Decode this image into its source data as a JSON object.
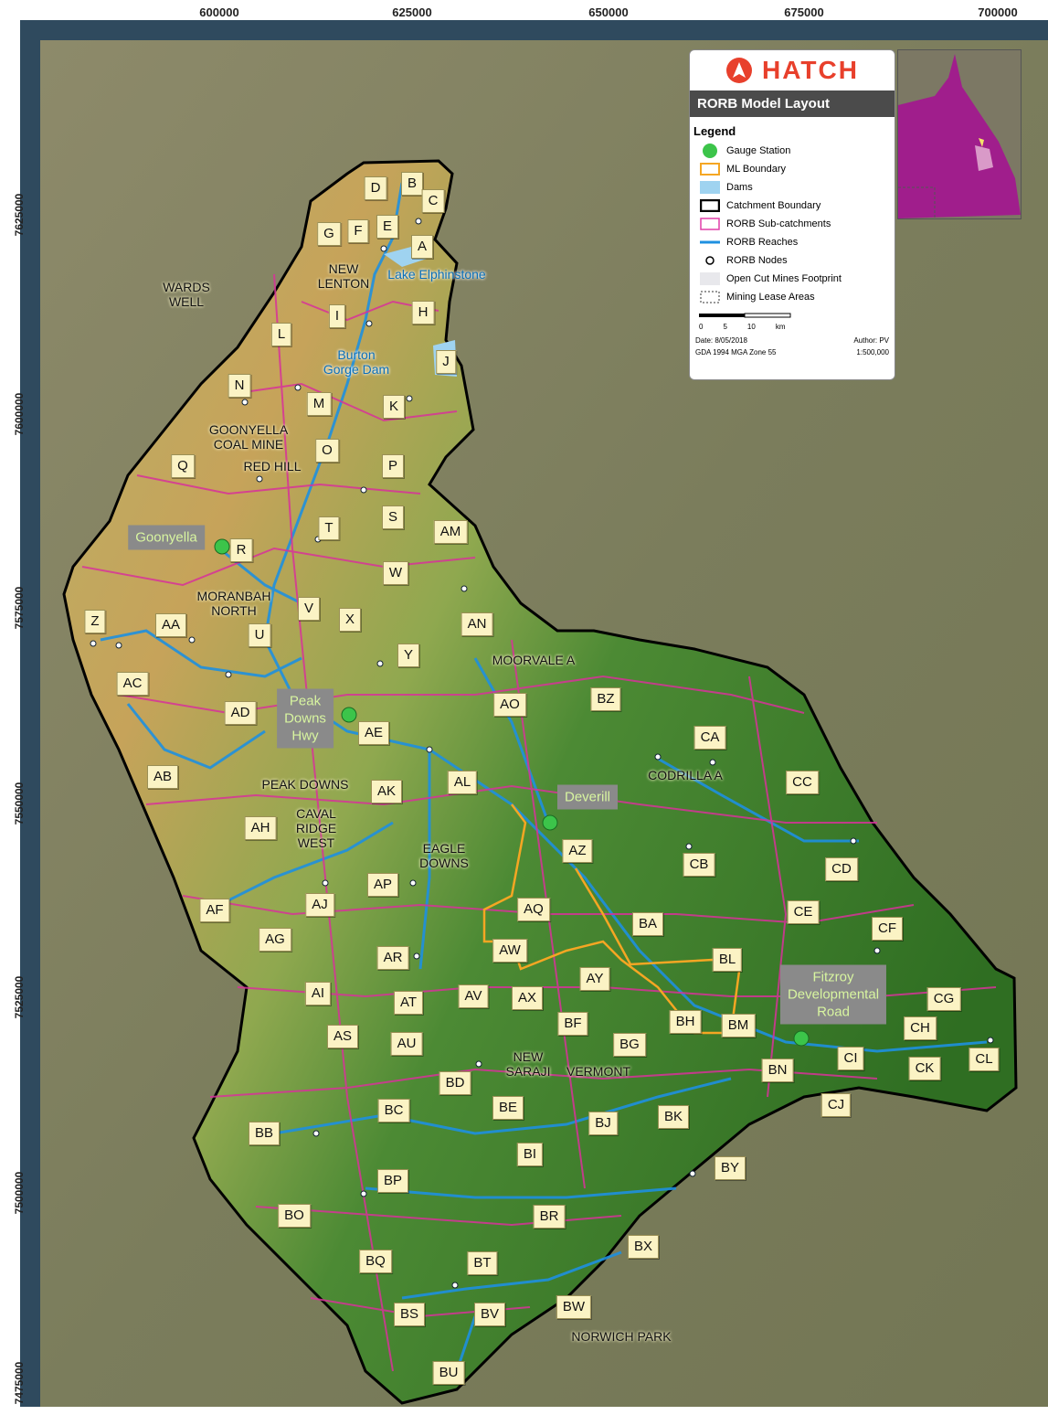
{
  "x_ticks": [
    "600000",
    "625000",
    "650000",
    "675000",
    "700000"
  ],
  "y_ticks": [
    "7625000",
    "7600000",
    "7575000",
    "7550000",
    "7525000",
    "7500000",
    "7475000"
  ],
  "subcatchments": [
    "A",
    "B",
    "C",
    "D",
    "E",
    "F",
    "G",
    "H",
    "I",
    "J",
    "K",
    "L",
    "M",
    "N",
    "O",
    "P",
    "Q",
    "R",
    "S",
    "T",
    "U",
    "V",
    "W",
    "X",
    "Y",
    "Z",
    "AA",
    "AB",
    "AC",
    "AD",
    "AE",
    "AF",
    "AG",
    "AH",
    "AI",
    "AJ",
    "AK",
    "AL",
    "AM",
    "AN",
    "AO",
    "AP",
    "AQ",
    "AR",
    "AS",
    "AT",
    "AU",
    "AV",
    "AW",
    "AX",
    "AY",
    "AZ",
    "BA",
    "BB",
    "BC",
    "BD",
    "BE",
    "BF",
    "BG",
    "BH",
    "BI",
    "BJ",
    "BK",
    "BL",
    "BM",
    "BN",
    "BO",
    "BP",
    "BQ",
    "BR",
    "BS",
    "BT",
    "BU",
    "BV",
    "BW",
    "BX",
    "BY",
    "BZ",
    "CA",
    "CB",
    "CC",
    "CD",
    "CE",
    "CF",
    "CG",
    "CH",
    "CI",
    "CJ",
    "CK",
    "CL"
  ],
  "places": {
    "wards_well": "WARDS\nWELL",
    "new_lenton": "NEW\nLENTON",
    "goonyella_coal_mine": "GOONYELLA\nCOAL MINE",
    "red_hill": "RED HILL",
    "moranbah_north": "MORANBAH\nNORTH",
    "moorvale_a": "MOORVALE A",
    "codrilla_a": "CODRILLA A",
    "peak_downs": "PEAK DOWNS",
    "caval_ridge_west": "CAVAL\nRIDGE\nWEST",
    "eagle_downs": "EAGLE\nDOWNS",
    "new_saraji": "NEW\nSARAJI",
    "vermont": "VERMONT",
    "norwich_park": "NORWICH PARK"
  },
  "water_bodies": {
    "lake_elphinstone": "Lake Elphinstone",
    "burton_gorge_dam": "Burton\nGorge Dam"
  },
  "gauges": {
    "goonyella": "Goonyella",
    "peak_downs_hwy": "Peak\nDowns\nHwy",
    "deverill": "Deverill",
    "fitzroy": "Fitzroy\nDevelopmental\nRoad"
  },
  "legend": {
    "brand": "HATCH",
    "title": "RORB Model Layout",
    "heading": "Legend",
    "items": [
      {
        "label": "Gauge Station",
        "icon": "gauge-station-icon",
        "color": "#3cc44a"
      },
      {
        "label": "ML Boundary",
        "icon": "ml-boundary-icon",
        "color": "#f5a623"
      },
      {
        "label": "Dams",
        "icon": "dam-icon",
        "color": "#9fd3f0"
      },
      {
        "label": "Catchment Boundary",
        "icon": "catchment-boundary-icon",
        "color": "#000000"
      },
      {
        "label": "RORB Sub-catchments",
        "icon": "subcatchment-icon",
        "color": "#e03fa8"
      },
      {
        "label": "RORB Reaches",
        "icon": "reach-icon",
        "color": "#1e90e0"
      },
      {
        "label": "RORB Nodes",
        "icon": "node-icon",
        "color": "#ffffff"
      },
      {
        "label": "Open Cut Mines Footprint",
        "icon": "mine-footprint-icon",
        "color": "#e8e8ec"
      },
      {
        "label": "Mining Lease Areas",
        "icon": "mining-lease-icon",
        "color": "#ffffff"
      }
    ],
    "scale_ticks": [
      "0",
      "5",
      "10"
    ],
    "scale_unit": "km",
    "date": "Date: 8/05/2018",
    "author": "Author: PV",
    "crs": "GDA 1994 MGA Zone 55",
    "scale": "1:500,000"
  },
  "colors": {
    "frame": "#2f4a5e",
    "catchment_green": "#3f7f2c",
    "terrain_tan": "#c9a25a",
    "subcatchment_line": "#d8329a",
    "reach_line": "#1e90e0",
    "ml_boundary": "#f5a623",
    "inset_state": "#a01e8c"
  }
}
